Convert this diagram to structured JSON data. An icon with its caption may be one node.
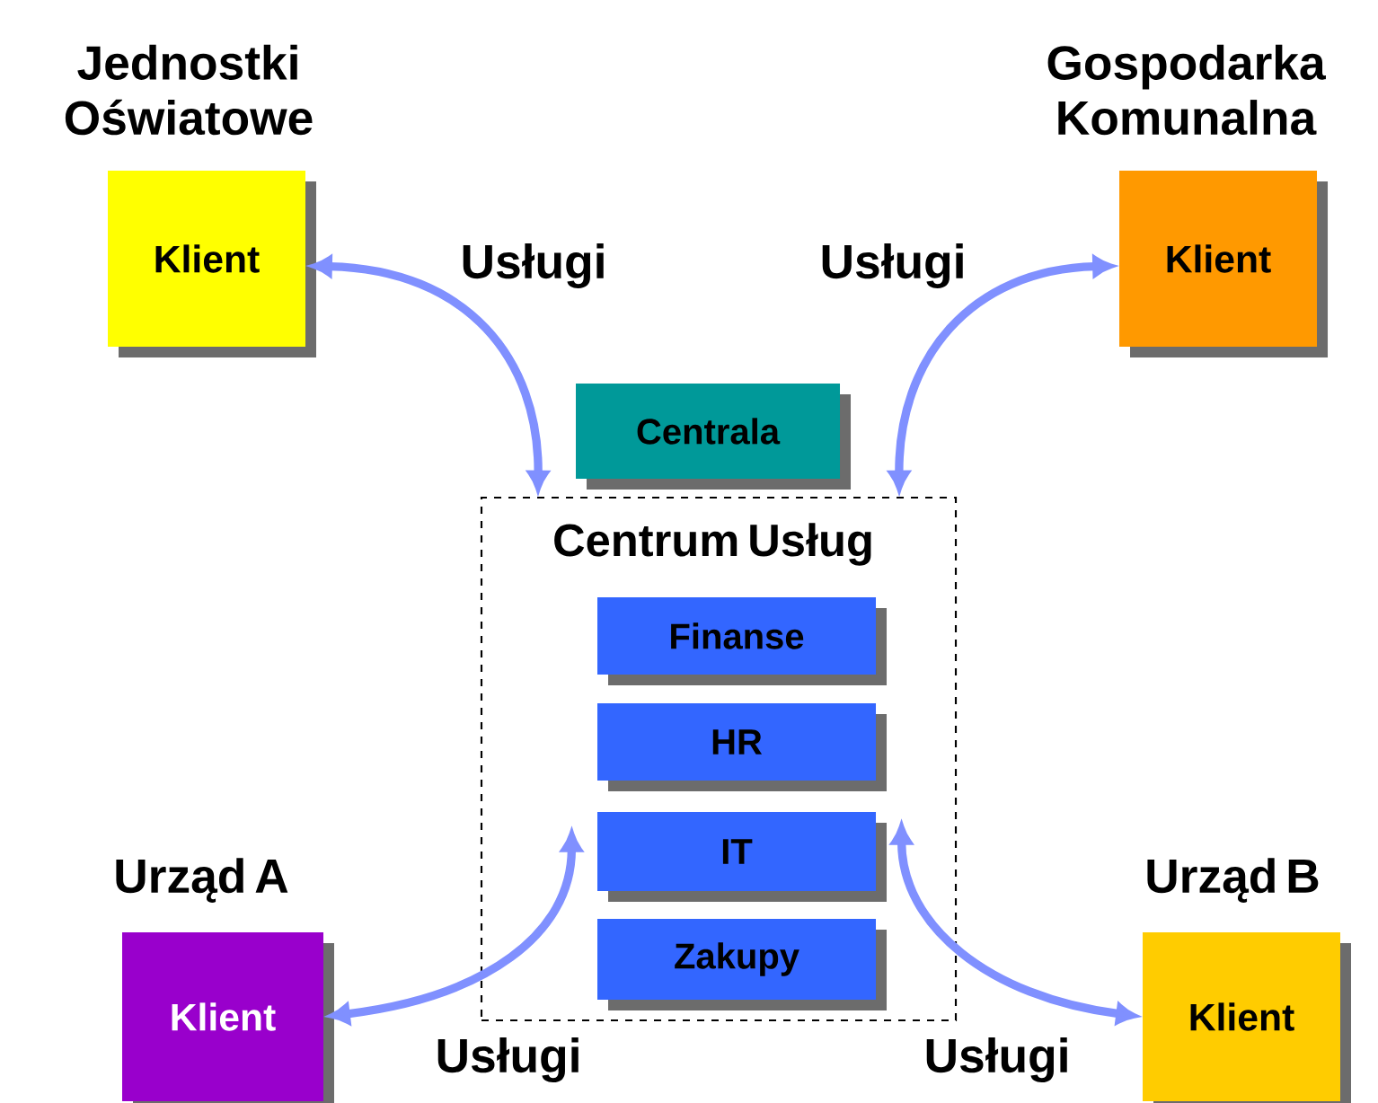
{
  "diagram": {
    "nodes": [
      {
        "text": [
          "Jednostki Oświatowe",
          "Klient"
        ]
      },
      {
        "text": [
          "Gospodarka Komunalna",
          "Klient"
        ]
      },
      {
        "text": [
          "Centrala"
        ]
      },
      {
        "text": [
          "Centrum Usług"
        ]
      },
      {
        "text": [
          "Finanse"
        ],
        "in": 3
      },
      {
        "text": [
          "HR"
        ],
        "in": 3
      },
      {
        "text": [
          "IT"
        ],
        "in": 3
      },
      {
        "text": [
          "Zakupy"
        ],
        "in": 3
      },
      {
        "text": [
          "Urząd A",
          "Klient"
        ]
      },
      {
        "text": [
          "Urząd B",
          "Klient"
        ]
      }
    ],
    "edges": [
      {
        "from": 0,
        "to": 3,
        "arrow": "both",
        "label": "Usługi"
      },
      {
        "from": 1,
        "to": 3,
        "arrow": "both",
        "label": "Usługi"
      },
      {
        "from": 8,
        "to": 6,
        "arrow": "both",
        "label": "Usługi"
      },
      {
        "from": 9,
        "to": 6,
        "arrow": "both",
        "label": "Usługi"
      }
    ]
  }
}
